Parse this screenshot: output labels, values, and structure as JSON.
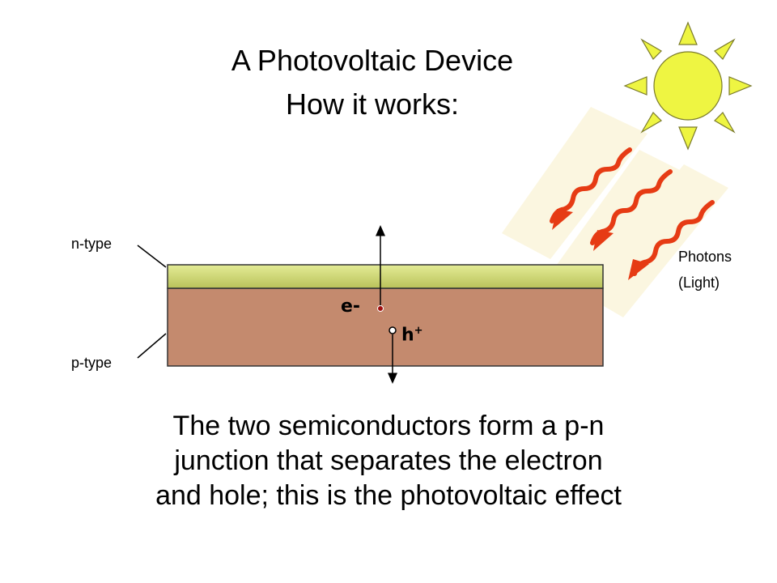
{
  "title": {
    "line1": "A Photovoltaic Device",
    "line2": "How it works:"
  },
  "labels": {
    "n_type": "n-type",
    "p_type": "p-type",
    "photons_line1": "Photons",
    "photons_line2": "(Light)",
    "electron": "e-",
    "hole": "h",
    "hole_superscript": "+"
  },
  "caption": {
    "line1": "The two semiconductors form a p-n",
    "line2": "junction that separates the electron",
    "line3": "and hole; this is the photovoltaic effect"
  },
  "colors": {
    "sun": "#eef542",
    "n_layer": "#c9d46a",
    "p_layer": "#c48a6e",
    "photon": "#e63b14",
    "beam": "#fbf6e0",
    "electron_dot": "#a01010"
  },
  "icons": {
    "sun": "sun-icon",
    "photon": "wavy-arrow-icon"
  }
}
